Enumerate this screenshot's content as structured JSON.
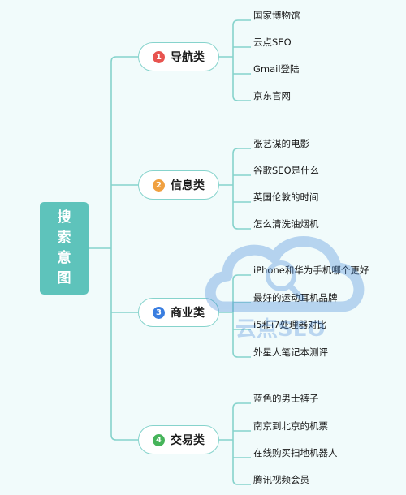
{
  "root": {
    "chars": [
      "搜",
      "索",
      "意",
      "图"
    ]
  },
  "categories": [
    {
      "num": "1",
      "label": "导航类",
      "color": "#e8534f",
      "items": [
        "国家博物馆",
        "云点SEO",
        "Gmail登陆",
        "京东官网"
      ]
    },
    {
      "num": "2",
      "label": "信息类",
      "color": "#f0a040",
      "items": [
        "张艺谋的电影",
        "谷歌SEO是什么",
        "英国伦敦的时间",
        "怎么清洗油烟机"
      ]
    },
    {
      "num": "3",
      "label": "商业类",
      "color": "#3a7ee0",
      "items": [
        "iPhone和华为手机哪个更好",
        "最好的运动耳机品牌",
        "i5和i7处理器对比",
        "外星人笔记本测评"
      ]
    },
    {
      "num": "4",
      "label": "交易类",
      "color": "#46b45a",
      "items": [
        "蓝色的男士裤子",
        "南京到北京的机票",
        "在线购买扫地机器人",
        "腾讯视频会员"
      ]
    }
  ],
  "colors": {
    "line": "#86d3cc",
    "root": "#5ec3bb",
    "background": "#f1fbfb"
  },
  "watermark": {
    "text": "云点SEO",
    "icon": "cloud-search-icon"
  }
}
